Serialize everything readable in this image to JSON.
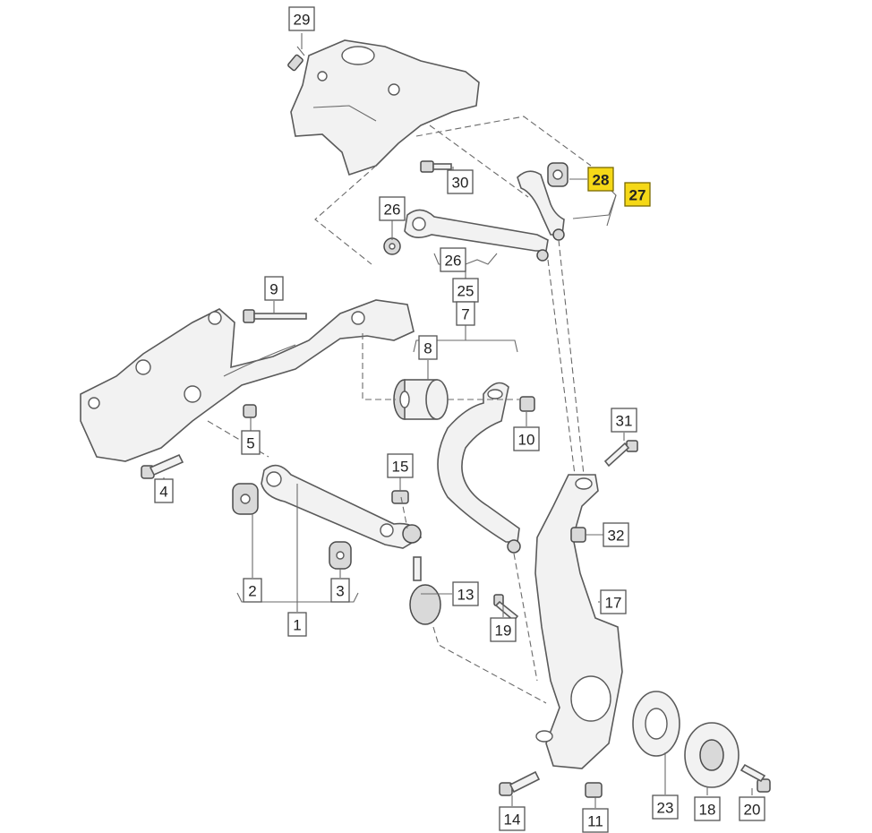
{
  "callouts": [
    {
      "id": "c29",
      "label": "29",
      "highlighted": false
    },
    {
      "id": "c30",
      "label": "30",
      "highlighted": false
    },
    {
      "id": "c28",
      "label": "28",
      "highlighted": true
    },
    {
      "id": "c27",
      "label": "27",
      "highlighted": true
    },
    {
      "id": "c26a",
      "label": "26",
      "highlighted": false
    },
    {
      "id": "c26b",
      "label": "26",
      "highlighted": false
    },
    {
      "id": "c25",
      "label": "25",
      "highlighted": false
    },
    {
      "id": "c9",
      "label": "9",
      "highlighted": false
    },
    {
      "id": "c7",
      "label": "7",
      "highlighted": false
    },
    {
      "id": "c8",
      "label": "8",
      "highlighted": false
    },
    {
      "id": "c10",
      "label": "10",
      "highlighted": false
    },
    {
      "id": "c5",
      "label": "5",
      "highlighted": false
    },
    {
      "id": "c4",
      "label": "4",
      "highlighted": false
    },
    {
      "id": "c15",
      "label": "15",
      "highlighted": false
    },
    {
      "id": "c31",
      "label": "31",
      "highlighted": false
    },
    {
      "id": "c32",
      "label": "32",
      "highlighted": false
    },
    {
      "id": "c2",
      "label": "2",
      "highlighted": false
    },
    {
      "id": "c3",
      "label": "3",
      "highlighted": false
    },
    {
      "id": "c1",
      "label": "1",
      "highlighted": false
    },
    {
      "id": "c13",
      "label": "13",
      "highlighted": false
    },
    {
      "id": "c17",
      "label": "17",
      "highlighted": false
    },
    {
      "id": "c19",
      "label": "19",
      "highlighted": false
    },
    {
      "id": "c23",
      "label": "23",
      "highlighted": false
    },
    {
      "id": "c18",
      "label": "18",
      "highlighted": false
    },
    {
      "id": "c20",
      "label": "20",
      "highlighted": false
    },
    {
      "id": "c14",
      "label": "14",
      "highlighted": false
    },
    {
      "id": "c11",
      "label": "11",
      "highlighted": false
    }
  ],
  "colors": {
    "highlight": "#f5d817",
    "line": "#5a5a5a",
    "part_fill": "#f2f2f2"
  }
}
